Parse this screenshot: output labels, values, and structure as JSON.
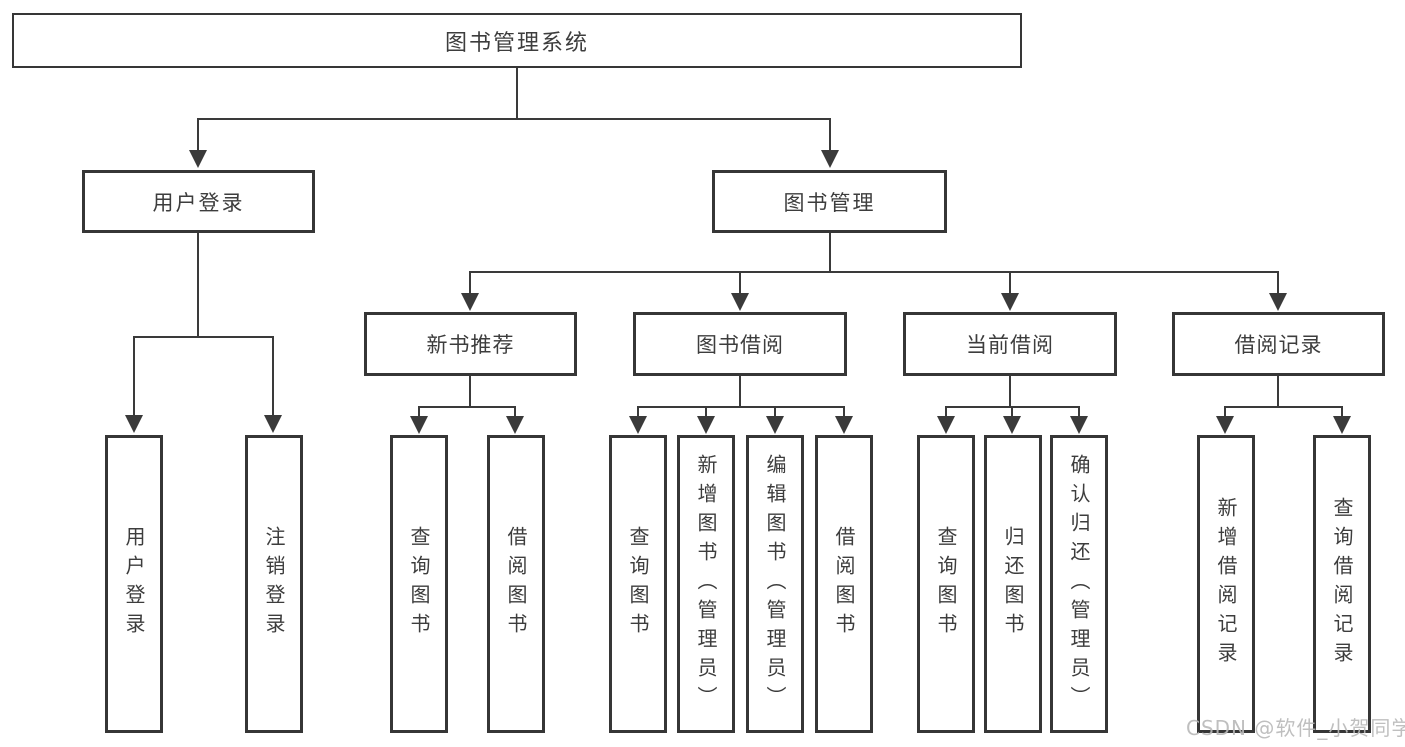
{
  "colors": {
    "line": "#3a3a3a",
    "border": "#363636",
    "text": "#3d3d3d",
    "watermark_text": "#b9b9b9",
    "background": "#ffffff"
  },
  "tree": {
    "root": {
      "label": "图书管理系统",
      "children": [
        {
          "label": "用户登录",
          "children": [
            {
              "label": "用户登录"
            },
            {
              "label": "注销登录"
            }
          ]
        },
        {
          "label": "图书管理",
          "children": [
            {
              "label": "新书推荐",
              "children": [
                {
                  "label": "查询图书"
                },
                {
                  "label": "借阅图书"
                }
              ]
            },
            {
              "label": "图书借阅",
              "children": [
                {
                  "label": "查询图书"
                },
                {
                  "label": "新增图书（管理员）"
                },
                {
                  "label": "编辑图书（管理员）"
                },
                {
                  "label": "借阅图书"
                }
              ]
            },
            {
              "label": "当前借阅",
              "children": [
                {
                  "label": "查询图书"
                },
                {
                  "label": "归还图书"
                },
                {
                  "label": "确认归还（管理员）"
                }
              ]
            },
            {
              "label": "借阅记录",
              "children": [
                {
                  "label": "新增借阅记录"
                },
                {
                  "label": "查询借阅记录"
                }
              ]
            }
          ]
        }
      ]
    }
  },
  "watermark": {
    "text": "CSDN @软件_小贺同学"
  }
}
